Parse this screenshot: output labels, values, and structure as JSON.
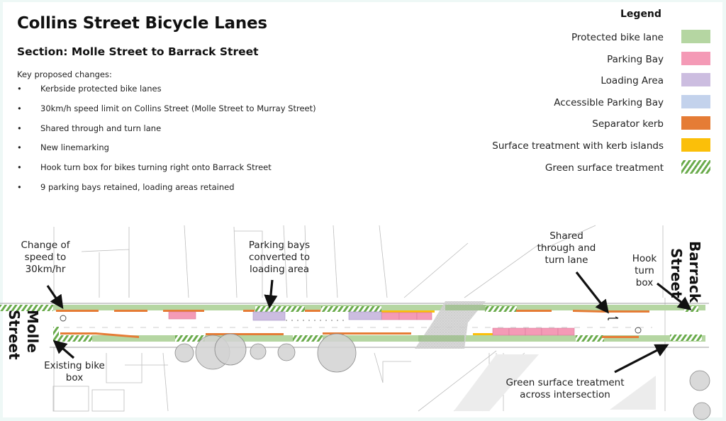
{
  "header": {
    "title": "Collins Street Bicycle Lanes",
    "subtitle": "Section: Molle Street to Barrack Street",
    "intro": "Key proposed changes:"
  },
  "key_changes": [
    "Kerbside protected bike lanes",
    "30km/h speed limit on Collins Street (Molle Street to Murray Street)",
    "Shared through and turn lane",
    "New linemarking",
    "Hook turn box for bikes turning right onto Barrack Street",
    "9 parking bays retained, loading areas retained"
  ],
  "bullet_glyph": "•",
  "legend": {
    "title": "Legend",
    "items": [
      {
        "label": "Protected bike lane",
        "color": "#b5d6a2",
        "pattern": "solid"
      },
      {
        "label": "Parking Bay",
        "color": "#f49ab6",
        "pattern": "solid"
      },
      {
        "label": "Loading Area",
        "color": "#ccbde0",
        "pattern": "solid"
      },
      {
        "label": "Accessible Parking Bay",
        "color": "#c3d2ec",
        "pattern": "solid"
      },
      {
        "label": "Separator kerb",
        "color": "#e57c35",
        "pattern": "solid"
      },
      {
        "label": "Surface treatment with kerb islands",
        "color": "#fbbf09",
        "pattern": "solid"
      },
      {
        "label": "Green surface treatment",
        "color": "#6aab4c",
        "pattern": "hatched"
      }
    ]
  },
  "map": {
    "streets": {
      "left": "Molle Street",
      "left_line1": "Molle",
      "left_line2": "Street",
      "right_line1": "Barrack",
      "right_line2": "Street"
    },
    "annotations": [
      {
        "id": "speed",
        "lines": [
          "Change of",
          "speed to",
          "30km/hr"
        ]
      },
      {
        "id": "loading",
        "lines": [
          "Parking bays",
          "converted to",
          "loading area"
        ]
      },
      {
        "id": "shared",
        "lines": [
          "Shared",
          "through and",
          "turn lane"
        ]
      },
      {
        "id": "hook",
        "lines": [
          "Hook",
          "turn",
          "box"
        ]
      },
      {
        "id": "bikebox",
        "lines": [
          "Existing bike",
          "box"
        ]
      },
      {
        "id": "green",
        "lines": [
          "Green surface treatment",
          "across intersection"
        ]
      }
    ]
  }
}
